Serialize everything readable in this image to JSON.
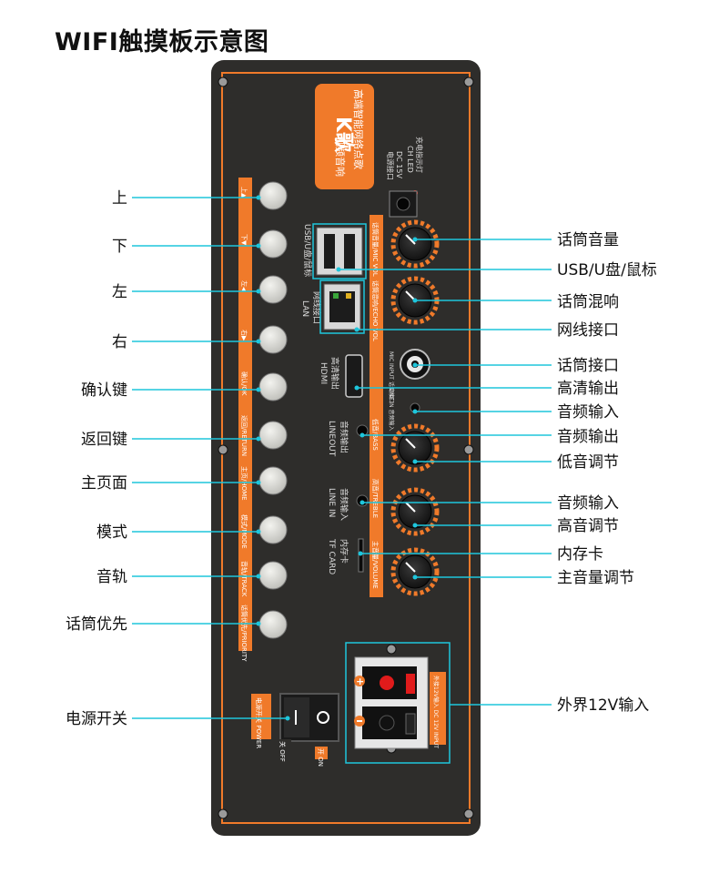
{
  "title": "WIFI触摸板示意图",
  "left_labels": [
    "上",
    "下",
    "左",
    "右",
    "确认键",
    "返回键",
    "主页面",
    "模式",
    "音轨",
    "话筒优先",
    "电源开关"
  ],
  "right_labels": [
    "话筒音量",
    "USB/U盘/鼠标",
    "话筒混响",
    "网线接口",
    "话筒接口",
    "高清输出",
    "音频输入",
    "音频输出",
    "低音调节",
    "音频输入",
    "高音调节",
    "内存卡",
    "主音量调节",
    "外界12V输入"
  ],
  "panel": {
    "brand_logo": "K歌",
    "brand_line1": "高端智能网络点歌",
    "brand_line2": "视频音响",
    "button_tags": [
      "上▲",
      "下▼",
      "左◀",
      "右▶",
      "确认/OK",
      "返回/RETURN",
      "主页/HOME",
      "模式/MODE",
      "音轨/TRACK",
      "话筒优先/PRIORITY"
    ],
    "usb_label": "USB/U盘/鼠标",
    "lan_label_cn": "网线接口",
    "lan_label_en": "LAN",
    "hdmi_label_cn": "高清输出",
    "hdmi_label_en": "HDMI",
    "lineout_label_cn": "音频输出",
    "lineout_label_en": "LINEOUT",
    "linein_label_cn": "音频输入",
    "linein_label_en": "LINE IN",
    "tf_label_cn": "内存卡",
    "tf_label_en": "TF CARD",
    "knob_tags": [
      "话筒音量/MIC VOL",
      "话筒混响/ECHO VOL",
      "低音/BASS",
      "高音/TREBLE",
      "主音量/VOLUME"
    ],
    "mic_input_tag": "MIC INPUT 话筒接口",
    "linein_tag": "LINE IN 音频输入",
    "dc_label": [
      "DC 15V",
      "电源接口"
    ],
    "charge_label": [
      "充电指示灯",
      "CH LED"
    ],
    "power_tag": "电源开关 POWER",
    "power_on": "开 ON",
    "power_off": "关 OFF",
    "ext_input_tag": "外接12V输入 DC 12V INPUT"
  },
  "colors": {
    "panel": "#2e2d2b",
    "accent": "#f07a2a",
    "leader": "#1ec6dc"
  }
}
